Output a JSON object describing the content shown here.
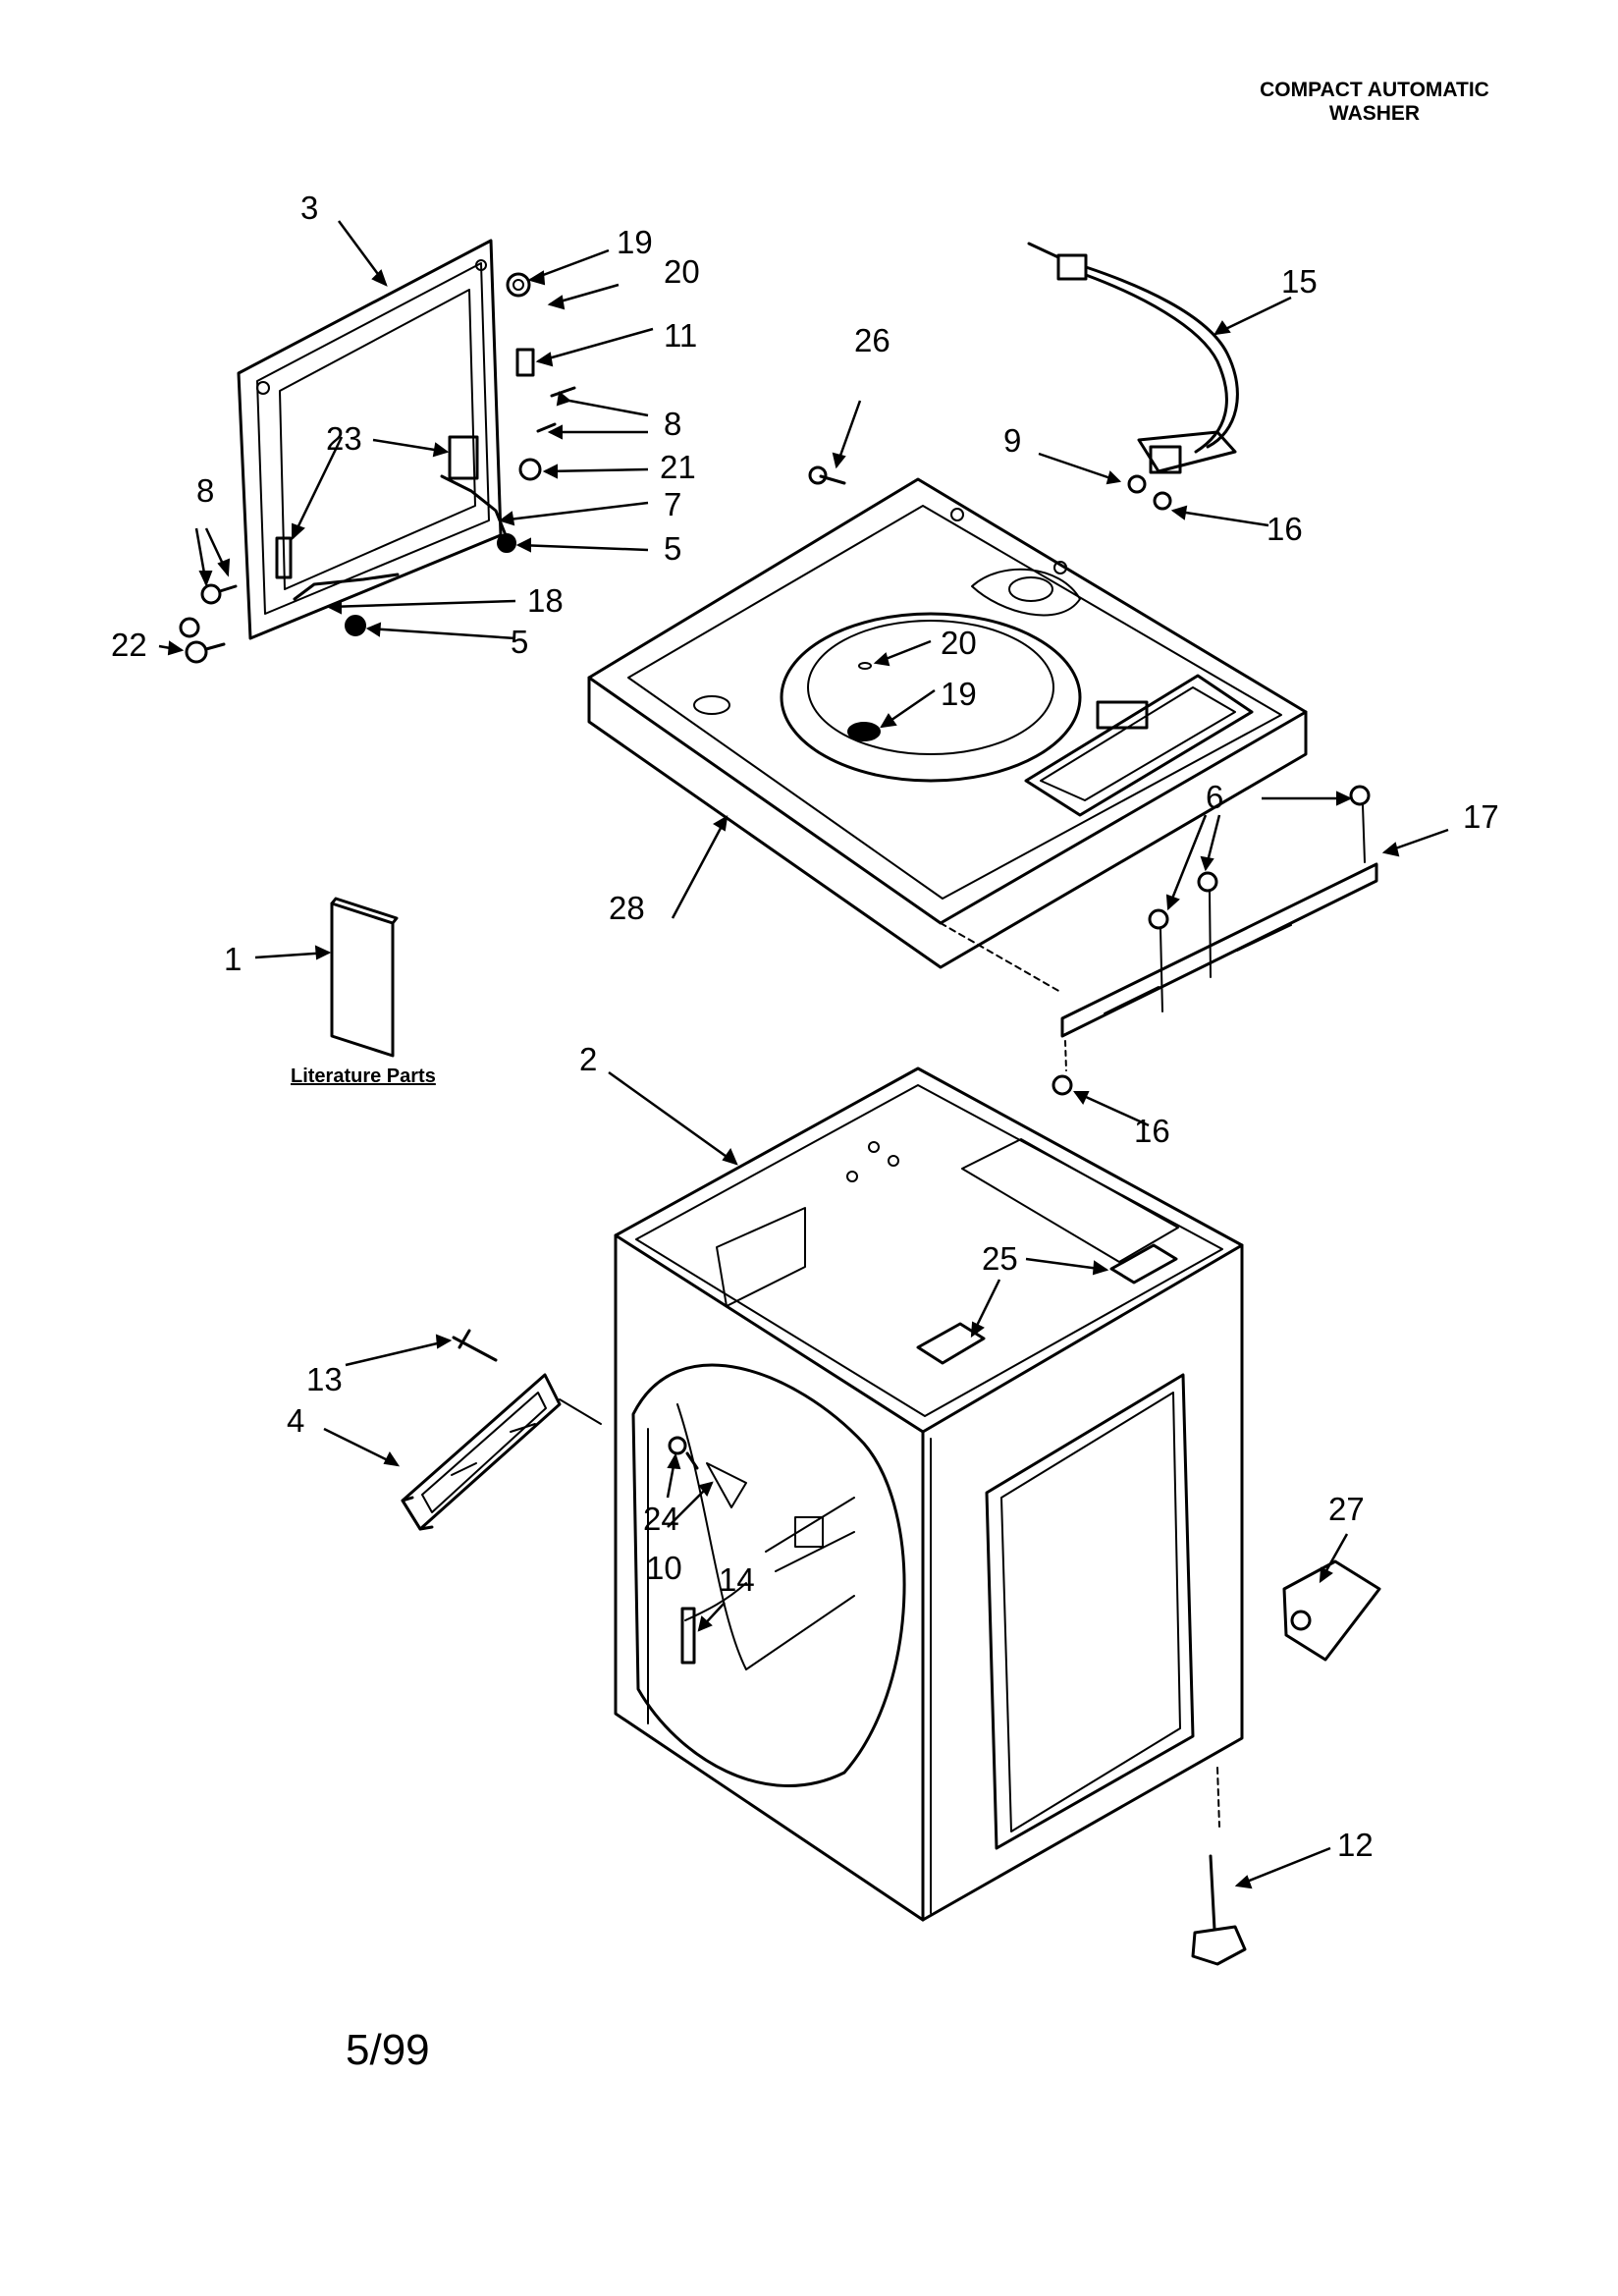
{
  "header": {
    "line1": "COMPACT AUTOMATIC",
    "line2": "WASHER"
  },
  "date_code": "5/99",
  "literature_label": "Literature Parts",
  "callouts": {
    "c1": "1",
    "c2": "2",
    "c3": "3",
    "c4": "4",
    "c5a": "5",
    "c5b": "5",
    "c6": "6",
    "c7": "7",
    "c8a": "8",
    "c8b": "8",
    "c9": "9",
    "c10": "10",
    "c11": "11",
    "c12": "12",
    "c13": "13",
    "c14": "14",
    "c15": "15",
    "c16a": "16",
    "c16b": "16",
    "c17": "17",
    "c18": "18",
    "c19a": "19",
    "c19b": "19",
    "c20a": "20",
    "c20b": "20",
    "c21": "21",
    "c22": "22",
    "c23": "23",
    "c24": "24",
    "c25": "25",
    "c26": "26",
    "c27": "27",
    "c28": "28"
  }
}
